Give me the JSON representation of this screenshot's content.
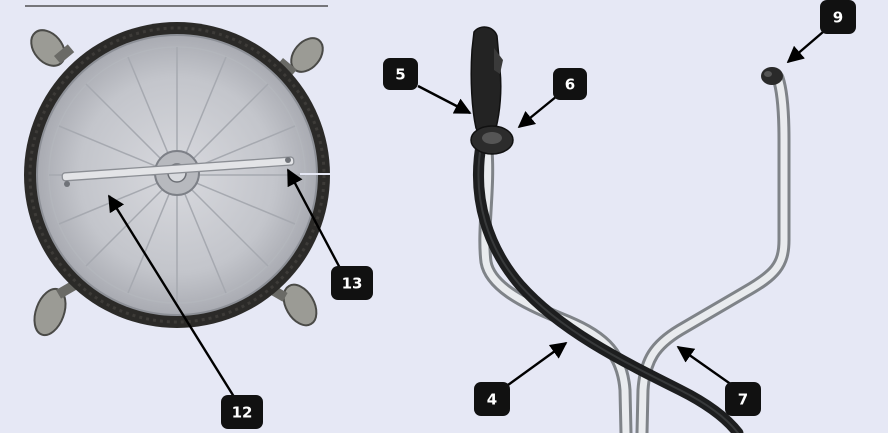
{
  "callouts": {
    "c5": "5",
    "c6": "6",
    "c9": "9",
    "c12": "12",
    "c13": "13",
    "c4": "4",
    "c7": "7"
  },
  "colors": {
    "background": "#e6e8f5",
    "callout_fill": "#111111",
    "callout_text": "#ffffff",
    "arrow": "#000000",
    "rubber_skirt": "#2b2a28",
    "housing": "#c7c9cf",
    "frame_metal": "#cfd2d6",
    "hose": "#1d1e1f"
  }
}
